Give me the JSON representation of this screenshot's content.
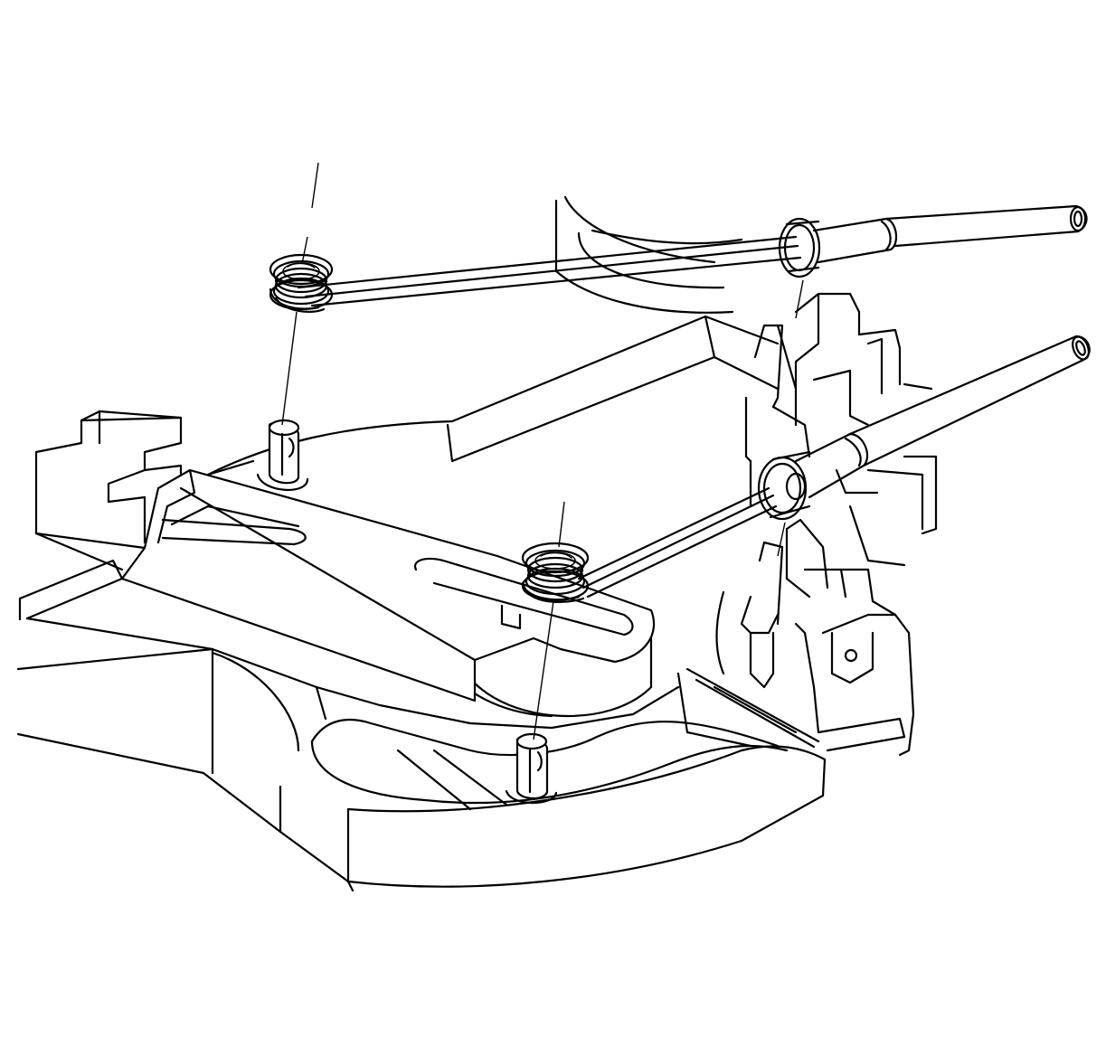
{
  "figure": {
    "kind": "exploded technical line drawing",
    "background_color": "#ffffff",
    "line_color": "#000000",
    "components": [
      {
        "id": "housing-base",
        "icon": "housing-outline"
      },
      {
        "id": "actuator-lever",
        "icon": "lever-outline"
      },
      {
        "id": "pivot-post-left",
        "icon": "post-outline"
      },
      {
        "id": "pivot-post-right",
        "icon": "post-outline"
      },
      {
        "id": "torsion-spring-upper",
        "icon": "coil-spring"
      },
      {
        "id": "torsion-spring-lower",
        "icon": "coil-spring"
      },
      {
        "id": "spring-tool-upper",
        "icon": "hook-tool"
      },
      {
        "id": "spring-tool-lower",
        "icon": "hook-tool"
      },
      {
        "id": "side-bracket",
        "icon": "bracket-outline"
      }
    ]
  }
}
